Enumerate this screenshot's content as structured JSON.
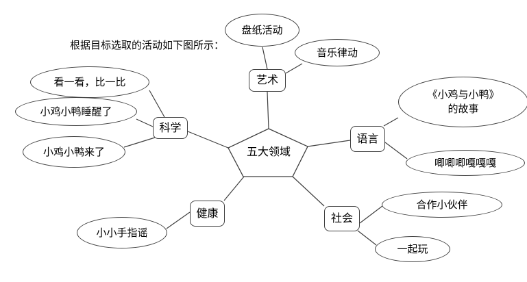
{
  "caption": "根据目标选取的活动如下图所示：",
  "colors": {
    "stroke": "#3f3f3f",
    "text": "#000000",
    "background": "#ffffff"
  },
  "diagram": {
    "type": "mind-map",
    "center_label": "五大领域",
    "branches": [
      {
        "label": "科学",
        "leaves": [
          {
            "label": "看一看，比一比"
          },
          {
            "label": "小鸡小鸭睡醒了"
          },
          {
            "label": "小鸡小鸭来了"
          }
        ]
      },
      {
        "label": "艺术",
        "leaves": [
          {
            "label": "盘纸活动"
          },
          {
            "label": "音乐律动"
          }
        ]
      },
      {
        "label": "语言",
        "leaves": [
          {
            "label": "《小鸡与小鸭》",
            "label2": "的故事"
          },
          {
            "label": "唧唧唧嘎嘎嘎"
          }
        ]
      },
      {
        "label": "健康",
        "leaves": [
          {
            "label": "小小手指谣"
          }
        ]
      },
      {
        "label": "社会",
        "leaves": [
          {
            "label": "合作小伙伴"
          },
          {
            "label": "一起玩"
          }
        ]
      }
    ]
  }
}
